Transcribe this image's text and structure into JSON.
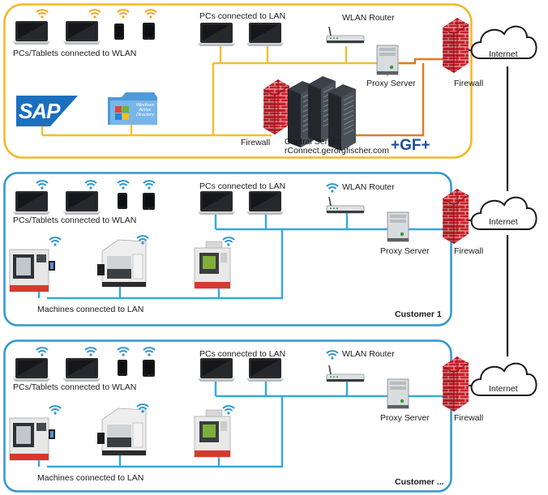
{
  "panel_top": {
    "pcs_tablets_label": "PCs/Tablets connected to WLAN",
    "pcs_lan_label": "PCs connected to LAN",
    "wlan_router_label": "WLAN Router",
    "proxy_label": "Proxy Server",
    "firewall_outer_label": "Firewall",
    "firewall_inner_label": "Firewall",
    "central_server_line1": "Central Server:",
    "central_server_line2": "rConnect.gerorgfischer.com",
    "gf_logo": "+GF+",
    "sap_logo": "SAP",
    "ad_logo_line1": "Windows",
    "ad_logo_line2": "Active",
    "ad_logo_line3": "Directory",
    "internet_label": "Internet"
  },
  "panel_customer1": {
    "pcs_tablets_label": "PCs/Tablets connected to WLAN",
    "pcs_lan_label": "PCs connected to LAN",
    "wlan_router_label": "WLAN Router",
    "proxy_label": "Proxy Server",
    "firewall_label": "Firewall",
    "machines_label": "Machines connected to LAN",
    "customer_label": "Customer 1",
    "internet_label": "Internet"
  },
  "panel_customer2": {
    "pcs_tablets_label": "PCs/Tablets connected to WLAN",
    "pcs_lan_label": "PCs connected to LAN",
    "wlan_router_label": "WLAN Router",
    "proxy_label": "Proxy Server",
    "firewall_label": "Firewall",
    "machines_label": "Machines connected to LAN",
    "customer_label": "Customer ...",
    "internet_label": "Internet"
  },
  "colors": {
    "top_border": "#f2b824",
    "customer_border": "#2f97cf",
    "lan_top": "#f2c02b",
    "lan_customer": "#35a7df",
    "server_link": "#e07a2a",
    "firewall_red": "#c8202a",
    "wifi": "#f5a623",
    "wifi_customer": "#2f97cf"
  }
}
